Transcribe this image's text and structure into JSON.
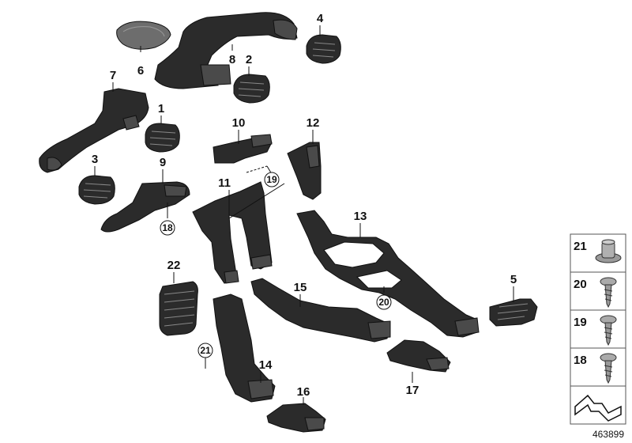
{
  "diagram": {
    "callouts": [
      {
        "id": "c1",
        "label": "1"
      },
      {
        "id": "c2",
        "label": "2"
      },
      {
        "id": "c3",
        "label": "3"
      },
      {
        "id": "c4",
        "label": "4"
      },
      {
        "id": "c5",
        "label": "5"
      },
      {
        "id": "c6",
        "label": "6"
      },
      {
        "id": "c7",
        "label": "7"
      },
      {
        "id": "c8",
        "label": "8"
      },
      {
        "id": "c9",
        "label": "9"
      },
      {
        "id": "c10",
        "label": "10"
      },
      {
        "id": "c11",
        "label": "11"
      },
      {
        "id": "c12",
        "label": "12"
      },
      {
        "id": "c13",
        "label": "13"
      },
      {
        "id": "c14",
        "label": "14"
      },
      {
        "id": "c15",
        "label": "15"
      },
      {
        "id": "c16",
        "label": "16"
      },
      {
        "id": "c17",
        "label": "17"
      },
      {
        "id": "c22",
        "label": "22"
      }
    ],
    "circled": [
      {
        "id": "cc19",
        "label": "19"
      },
      {
        "id": "cc18",
        "label": "18"
      },
      {
        "id": "cc20",
        "label": "20"
      },
      {
        "id": "cc21",
        "label": "21"
      }
    ],
    "fastener_panel": [
      {
        "label": "21"
      },
      {
        "label": "20"
      },
      {
        "label": "19"
      },
      {
        "label": "18"
      }
    ],
    "reference_number": "463899"
  }
}
